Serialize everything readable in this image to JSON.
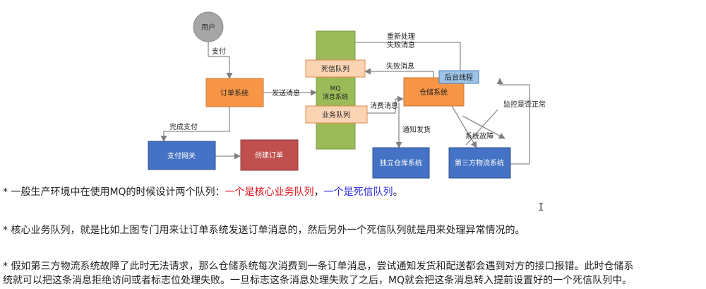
{
  "colors": {
    "orange": "#f79646",
    "blue": "#4472c4",
    "red": "#c0504d",
    "green": "#9bbb59",
    "gray": "#a6a6a6",
    "salmon": "#fbd4b4",
    "light_blue": "#9dc3e6",
    "red_text": "#e0141e",
    "blue_text": "#2b2bd8"
  },
  "diagram": {
    "user": "用户",
    "order_system": "订单系统",
    "mq": [
      "MQ",
      "消息系统"
    ],
    "dead_letter_queue": "死信队列",
    "business_queue": "业务队列",
    "warehouse_system": "仓储系统",
    "background_thread": "后台线程",
    "payment_gateway": "支付网关",
    "create_order": "创建订单",
    "independent_warehouse": "独立仓库系统",
    "third_party_logistics": "第三方物流系统",
    "labels": {
      "pay": "支付",
      "send_message": "发送消息",
      "complete_payment": "完成支付",
      "reprocess_failed": [
        "重新处理",
        "失败消息"
      ],
      "failed_message": "失败消息",
      "consume_message": "消费消息",
      "notify_shipping": "通知发货",
      "system_failure": "系统故障",
      "monitor_normal": "监控是否正常"
    }
  },
  "text": {
    "p1_prefix": "* 一般生产环境中在使用MQ的时候设计两个队列：",
    "p1_red": "一个是核心业务队列",
    "p1_sep": "，",
    "p1_blue": "一个是死信队列",
    "p1_end": "。",
    "p2": "* 核心业务队列，就是比如上图专门用来让订单系统发送订单消息的，然后另外一个死信队列就是用来处理异常情况的。",
    "p3_line1": "* 假如第三方物流系统故障了此时无法请求，那么仓储系统每次消费到一条订单消息，尝试通知发货和配送都会遇到对方的接口报错。此时仓储系",
    "p3_line2": "统就可以把这条消息拒绝访问或者标志位处理失败。一旦标志这条消息处理失败了之后，MQ就会把这条消息转入提前设置好的一个死信队列中。"
  }
}
